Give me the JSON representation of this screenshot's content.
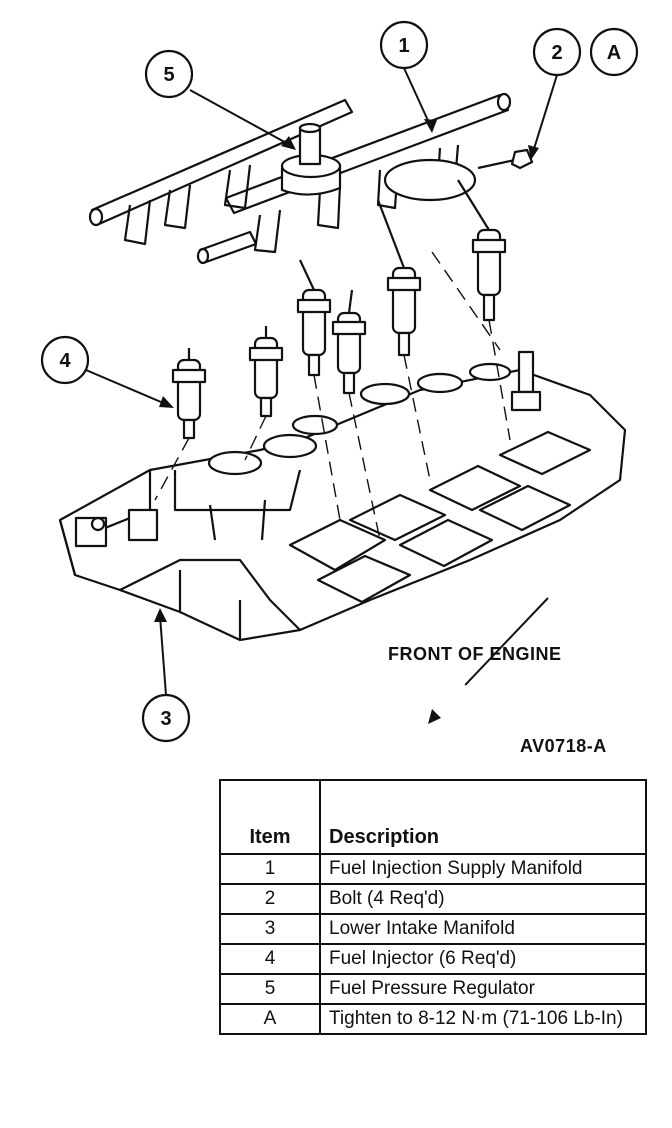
{
  "callouts": [
    {
      "id": "1",
      "label": "1"
    },
    {
      "id": "2",
      "label": "2"
    },
    {
      "id": "A",
      "label": "A"
    },
    {
      "id": "3",
      "label": "3"
    },
    {
      "id": "4",
      "label": "4"
    },
    {
      "id": "5",
      "label": "5"
    }
  ],
  "captions": {
    "front_of_engine": "FRONT OF ENGINE",
    "figure_id": "AV0718-A"
  },
  "legend": {
    "headers": {
      "item": "Item",
      "description": "Description"
    },
    "rows": [
      {
        "item": "1",
        "description": "Fuel Injection Supply Manifold"
      },
      {
        "item": "2",
        "description": "Bolt (4 Req'd)"
      },
      {
        "item": "3",
        "description": "Lower Intake Manifold"
      },
      {
        "item": "4",
        "description": "Fuel Injector  (6 Req'd)"
      },
      {
        "item": "5",
        "description": "Fuel Pressure Regulator"
      },
      {
        "item": "A",
        "description": "Tighten to 8-12 N·m (71-106 Lb-In)"
      }
    ]
  }
}
